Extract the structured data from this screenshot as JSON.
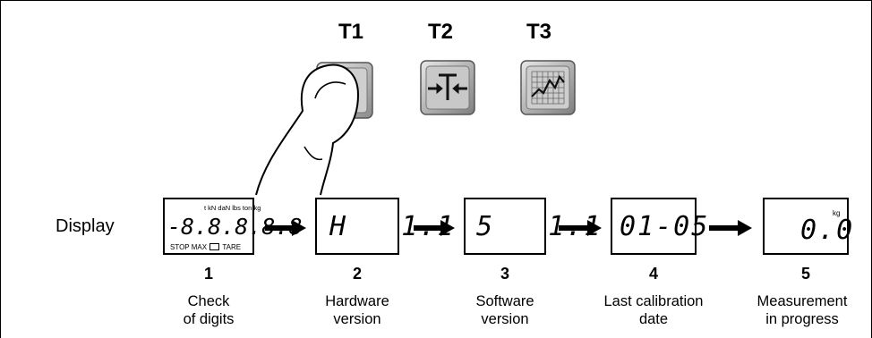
{
  "buttons": [
    {
      "label": "T1",
      "icon": "power-icon"
    },
    {
      "label": "T2",
      "icon": "tare-icon"
    },
    {
      "label": "T3",
      "icon": "graph-icon"
    }
  ],
  "display_label": "Display",
  "display1": {
    "units": "t kN daN lbs ton kg",
    "digits": "-8.8.8.8.8",
    "indicators": "STOP MAX",
    "tare": "TARE"
  },
  "display2": "H   1.1",
  "display3": "5   1.1",
  "display4": "01-05",
  "display5": {
    "value": "0.0",
    "unit": "kg"
  },
  "steps": [
    {
      "number": "1",
      "line1": "Check",
      "line2": "of digits"
    },
    {
      "number": "2",
      "line1": "Hardware",
      "line2": "version"
    },
    {
      "number": "3",
      "line1": "Software",
      "line2": "version"
    },
    {
      "number": "4",
      "line1": "Last calibration",
      "line2": "date"
    },
    {
      "number": "5",
      "line1": "Measurement",
      "line2": "in progress"
    }
  ]
}
